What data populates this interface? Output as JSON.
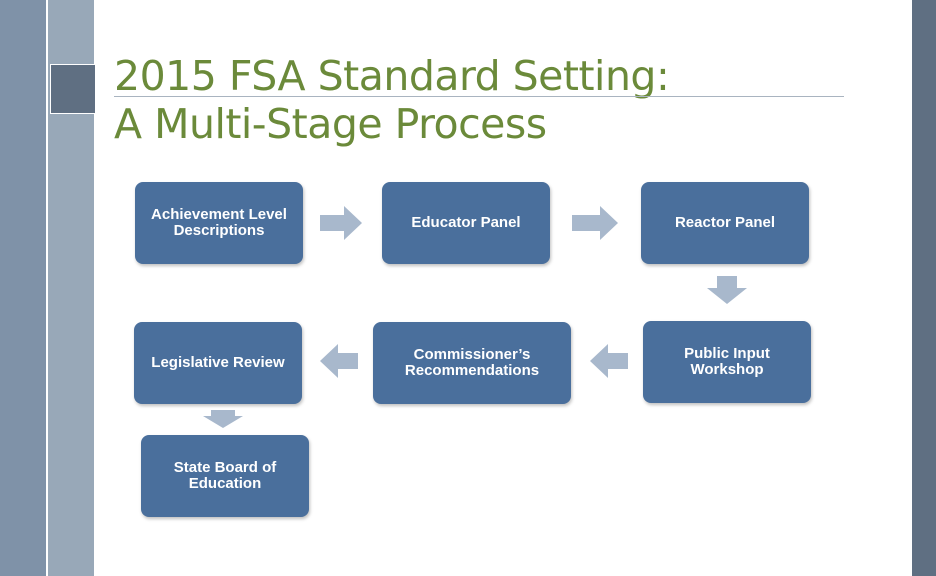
{
  "title": {
    "line1": "2015 FSA Standard Setting:",
    "line2": "A Multi-Stage Process"
  },
  "steps": [
    "Achievement Level Descriptions",
    "Educator Panel",
    "Reactor Panel",
    "Public Input Workshop",
    "Commissioner’s Recommendations",
    "Legislative Review",
    "State Board of Education"
  ],
  "colors": {
    "box": "#4a6f9c",
    "arrow": "#a8b8cc",
    "title": "#6b8a3a"
  }
}
